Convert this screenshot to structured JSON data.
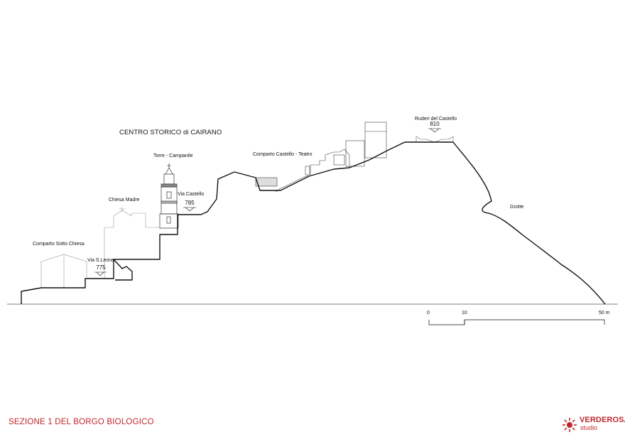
{
  "title": "CENTRO STORICO di CAIRANO",
  "footer_title": "SEZIONE 1 DEL BORGO BIOLOGICO",
  "labels": {
    "comparto_sotto_chiesa": "Comparto Sotto Chiesa",
    "via_s_leone": "Via S.Leone",
    "chiesa_madre": "Chiesa Madre",
    "torre_campanile": "Torre - Campanile",
    "via_castello": "Via Castello",
    "comparto_castello_teatro": "Comparto Castello - Teatro",
    "ruderi_del_castello": "Ruderi del Castello",
    "grotte": "Grotte"
  },
  "elevations": {
    "via_s_leone": "775",
    "via_castello": "785",
    "ruderi_del_castello": "810"
  },
  "scale": {
    "zero": "0",
    "ten": "10",
    "fifty": "50 m"
  },
  "logo": {
    "name": "VERDEROSA",
    "sub": "studio",
    "color": "#c0282d"
  },
  "colors": {
    "footer": "#c0282d",
    "line": "#111111"
  }
}
